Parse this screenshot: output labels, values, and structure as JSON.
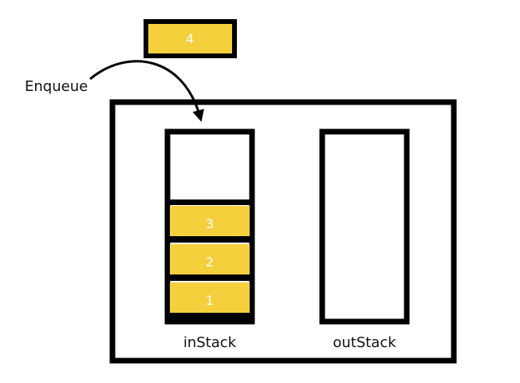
{
  "diagram": {
    "action_label": "Enqueue",
    "incoming_item": {
      "value": "4"
    },
    "stacks": {
      "in": {
        "label": "inStack",
        "items": [
          "3",
          "2",
          "1"
        ]
      },
      "out": {
        "label": "outStack",
        "items": []
      }
    }
  },
  "colors": {
    "item_fill": "#f4d03c",
    "stroke": "#000000",
    "item_text": "#ffffff",
    "label_text": "#111111"
  }
}
